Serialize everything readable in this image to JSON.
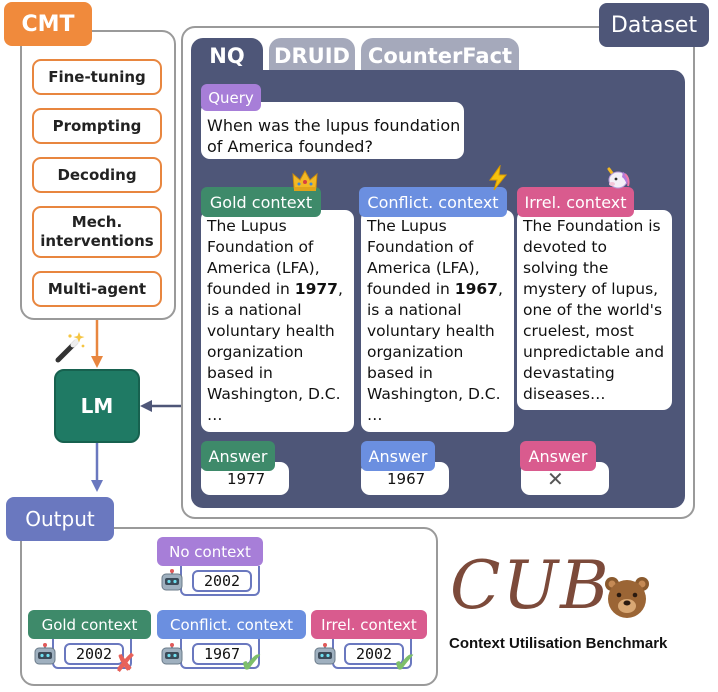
{
  "cmt": {
    "title": "CMT",
    "methods": [
      "Fine-tuning",
      "Prompting",
      "Decoding",
      "Mech.\ninterventions",
      "Multi-agent"
    ],
    "wand_icon": "magic-wand-icon"
  },
  "lm": {
    "label": "LM"
  },
  "dataset": {
    "title": "Dataset",
    "tabs": [
      "NQ",
      "DRUID",
      "CounterFact"
    ],
    "query_label": "Query",
    "query_text": "When was the lupus foundation of America founded?",
    "contexts": [
      {
        "label": "Gold context",
        "icon": "crown-icon",
        "text_before": "The Lupus Foundation of America (LFA), founded in ",
        "bold": "1977",
        "text_after": ", is a national voluntary health organization based in Washington, D.C. …",
        "answer_label": "Answer",
        "answer": "1977",
        "color": "#3e8a6a"
      },
      {
        "label": "Conflict. context",
        "icon": "lightning-icon",
        "text_before": "The Lupus Foundation of America (LFA), founded in ",
        "bold": "1967",
        "text_after": ", is a national voluntary health organization based in Washington, D.C. …",
        "answer_label": "Answer",
        "answer": "1967",
        "color": "#6b8fe0"
      },
      {
        "label": "Irrel. context",
        "icon": "unicorn-icon",
        "text_before": "The Foundation is devoted to solving the mystery of lupus, one of the world's cruelest, most unpredictable and devastating diseases…",
        "bold": "",
        "text_after": "",
        "answer_label": "Answer",
        "answer": "✕",
        "color": "#d95b8e"
      }
    ]
  },
  "output": {
    "title": "Output",
    "no_context": {
      "label": "No context",
      "value": "2002"
    },
    "items": [
      {
        "label": "Gold context",
        "value": "2002",
        "mark": "✘",
        "color": "#3e8a6a"
      },
      {
        "label": "Conflict. context",
        "value": "1967",
        "mark": "✔",
        "color": "#6b8fe0"
      },
      {
        "label": "Irrel. context",
        "value": "2002",
        "mark": "✔",
        "color": "#d95b8e"
      }
    ]
  },
  "cub": {
    "logo": "CUB",
    "subtitle": "Context Utilisation Benchmark",
    "icon": "bear-icon"
  },
  "colors": {
    "orange": "#f08a3c",
    "navy": "#4e5678",
    "lm": "#1f7a64",
    "output": "#6a78bf",
    "query": "#a77ed8",
    "cross": "#e8625a",
    "check": "#7dbf6a"
  }
}
